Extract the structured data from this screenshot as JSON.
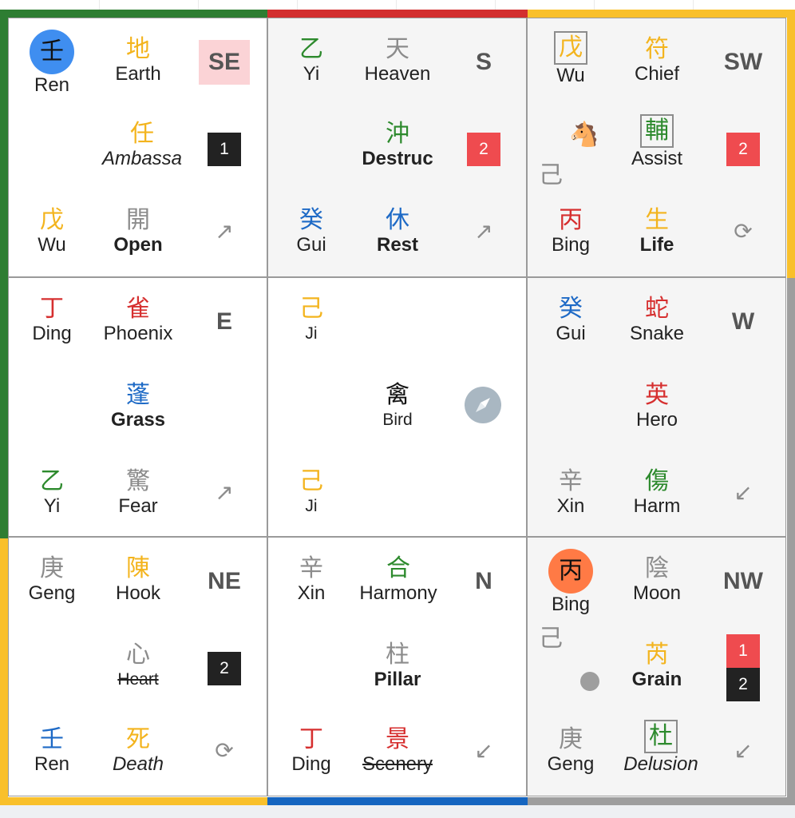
{
  "colors": {
    "gold": "#f3b41e",
    "gray": "#8c8c8c",
    "green": "#2d8a2d",
    "blue": "#1e6ac6",
    "red": "#d62f2f",
    "frame_green": "#2e7d32",
    "frame_red": "#d32f2f",
    "frame_gold": "#f9c02b",
    "frame_blue": "#1565c0",
    "frame_gray": "#9e9e9e",
    "highlight_blue": "#3f8ef0",
    "highlight_orange": "#ff7a45"
  },
  "palaces": {
    "se": {
      "direction": "SE",
      "heaven_stem": {
        "char": "壬",
        "label": "Ren"
      },
      "deity": {
        "char": "地",
        "label": "Earth"
      },
      "star": {
        "char": "任",
        "label": "Ambassa"
      },
      "badge": "1",
      "earth_stem": {
        "char": "戊",
        "label": "Wu"
      },
      "door": {
        "char": "開",
        "label": "Open"
      },
      "arrow_icon": "arrow-up-right-icon"
    },
    "s": {
      "direction": "S",
      "heaven_stem": {
        "char": "乙",
        "label": "Yi"
      },
      "deity": {
        "char": "天",
        "label": "Heaven"
      },
      "star": {
        "char": "沖",
        "label": "Destruc"
      },
      "badge": "2",
      "earth_stem": {
        "char": "癸",
        "label": "Gui"
      },
      "door": {
        "char": "休",
        "label": "Rest"
      },
      "arrow_icon": "arrow-up-right-icon"
    },
    "sw": {
      "direction": "SW",
      "heaven_stem": {
        "char": "戊",
        "label": "Wu"
      },
      "deity": {
        "char": "符",
        "label": "Chief"
      },
      "horse": "🐴",
      "extra_stem": "己",
      "star": {
        "char": "輔",
        "label": "Assist"
      },
      "badge": "2",
      "earth_stem": {
        "char": "丙",
        "label": "Bing"
      },
      "door": {
        "char": "生",
        "label": "Life"
      },
      "arrow_icon": "cycle-icon"
    },
    "e": {
      "direction": "E",
      "heaven_stem": {
        "char": "丁",
        "label": "Ding"
      },
      "deity": {
        "char": "雀",
        "label": "Phoenix"
      },
      "star": {
        "char": "蓬",
        "label": "Grass"
      },
      "earth_stem": {
        "char": "乙",
        "label": "Yi"
      },
      "door": {
        "char": "驚",
        "label": "Fear"
      },
      "arrow_icon": "arrow-up-right-icon"
    },
    "center": {
      "heaven_stem": {
        "char": "己",
        "label": "Ji"
      },
      "star": {
        "char": "禽",
        "label": "Bird"
      },
      "earth_stem": {
        "char": "己",
        "label": "Ji"
      },
      "compass_icon": "compass-icon"
    },
    "w": {
      "direction": "W",
      "heaven_stem": {
        "char": "癸",
        "label": "Gui"
      },
      "deity": {
        "char": "蛇",
        "label": "Snake"
      },
      "star": {
        "char": "英",
        "label": "Hero"
      },
      "earth_stem": {
        "char": "辛",
        "label": "Xin"
      },
      "door": {
        "char": "傷",
        "label": "Harm"
      },
      "arrow_icon": "arrow-down-left-icon"
    },
    "ne": {
      "direction": "NE",
      "heaven_stem": {
        "char": "庚",
        "label": "Geng"
      },
      "deity": {
        "char": "陳",
        "label": "Hook"
      },
      "star": {
        "char": "心",
        "label": "Heart"
      },
      "badge": "2",
      "earth_stem": {
        "char": "壬",
        "label": "Ren"
      },
      "door": {
        "char": "死",
        "label": "Death"
      },
      "arrow_icon": "cycle-icon"
    },
    "n": {
      "direction": "N",
      "heaven_stem": {
        "char": "辛",
        "label": "Xin"
      },
      "deity": {
        "char": "合",
        "label": "Harmony"
      },
      "star": {
        "char": "柱",
        "label": "Pillar"
      },
      "earth_stem": {
        "char": "丁",
        "label": "Ding"
      },
      "door": {
        "char": "景",
        "label": "Scenery"
      },
      "arrow_icon": "arrow-down-left-icon"
    },
    "nw": {
      "direction": "NW",
      "heaven_stem": {
        "char": "丙",
        "label": "Bing"
      },
      "deity": {
        "char": "陰",
        "label": "Moon"
      },
      "extra_stem": "己",
      "star": {
        "char": "芮",
        "label": "Grain"
      },
      "badge_top": "1",
      "badge_bottom": "2",
      "earth_stem": {
        "char": "庚",
        "label": "Geng"
      },
      "door": {
        "char": "杜",
        "label": "Delusion"
      },
      "arrow_icon": "arrow-down-left-icon"
    }
  }
}
